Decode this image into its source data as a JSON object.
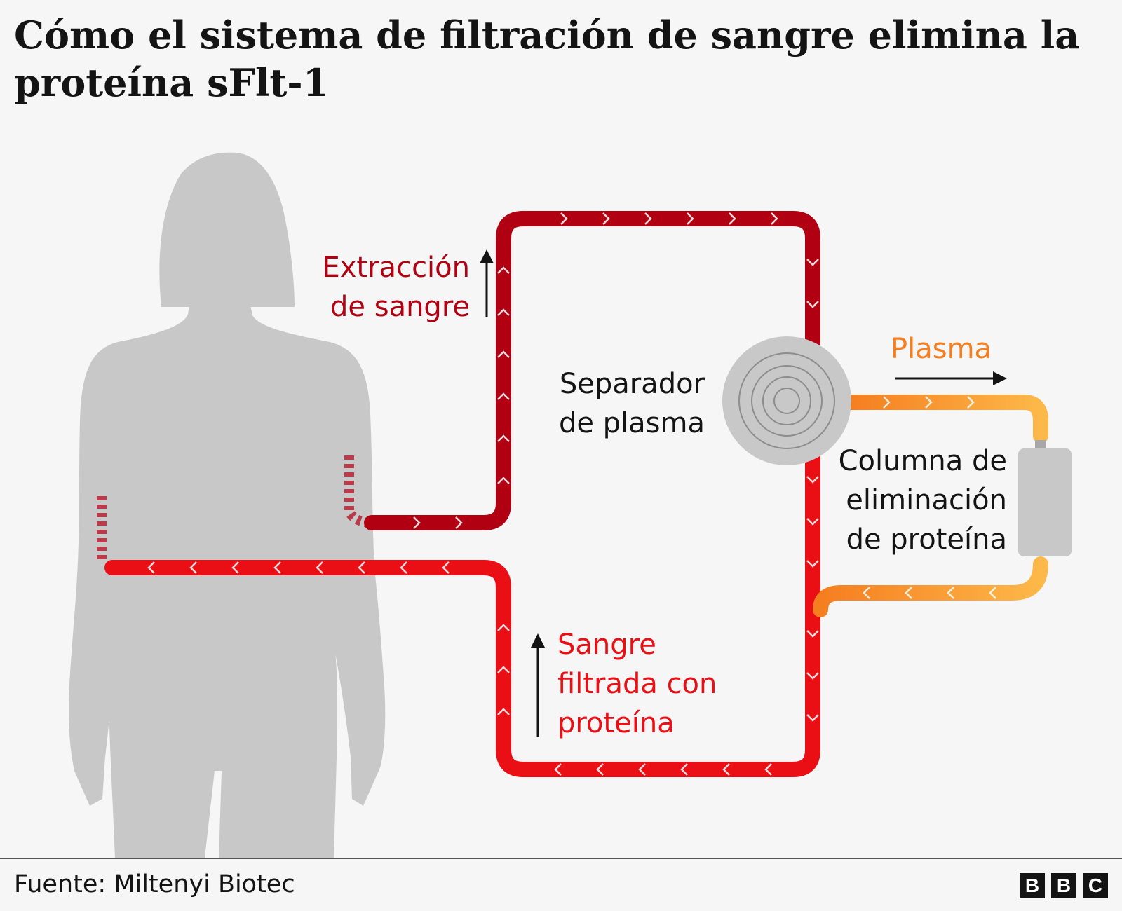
{
  "title": "Cómo el sistema de filtración de sangre elimina la proteína sFlt-1",
  "labels": {
    "extraction": [
      "Extracción",
      "de sangre"
    ],
    "separator": [
      "Separador",
      "de plasma"
    ],
    "plasma": "Plasma",
    "column": [
      "Columna de",
      "eliminación",
      "de proteína"
    ],
    "filtered": [
      "Sangre",
      "filtrada con",
      "proteína"
    ]
  },
  "footer": {
    "source": "Fuente: Miltenyi Biotec",
    "logo": [
      "B",
      "B",
      "C"
    ]
  },
  "colors": {
    "dark_red": "#b00012",
    "bright_red": "#e90f14",
    "orange": "#f57e1f",
    "yellow": "#fdb84a",
    "silhouette": "#c8c8c8",
    "text_dark": "#141414",
    "background": "#f6f6f6"
  },
  "icons": [
    "woman-silhouette-icon",
    "plasma-separator-icon",
    "protein-removal-column-icon"
  ]
}
